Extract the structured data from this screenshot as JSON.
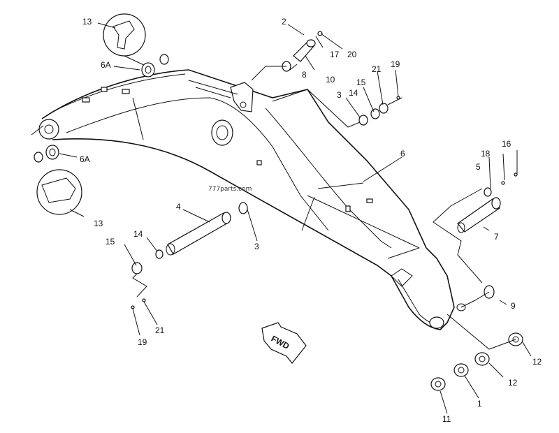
{
  "diagram": {
    "watermark": "777parts.com",
    "direction_label": "FWD",
    "callouts": {
      "c13a": "13",
      "c6Aa": "6A",
      "c2": "2",
      "c17": "17",
      "c20": "20",
      "c8": "8",
      "c10": "10",
      "c21a": "21",
      "c19a": "19",
      "c15a": "15",
      "c3a": "3",
      "c14a": "14",
      "c6Ab": "6A",
      "c13b": "13",
      "c6": "6",
      "c18": "18",
      "c16": "16",
      "c5": "5",
      "c4": "4",
      "c7": "7",
      "c14b": "14",
      "c15b": "15",
      "c3b": "3",
      "c9": "9",
      "c21b": "21",
      "c19b": "19",
      "c12a": "12",
      "c12b": "12",
      "c1": "1",
      "c11": "11"
    }
  }
}
